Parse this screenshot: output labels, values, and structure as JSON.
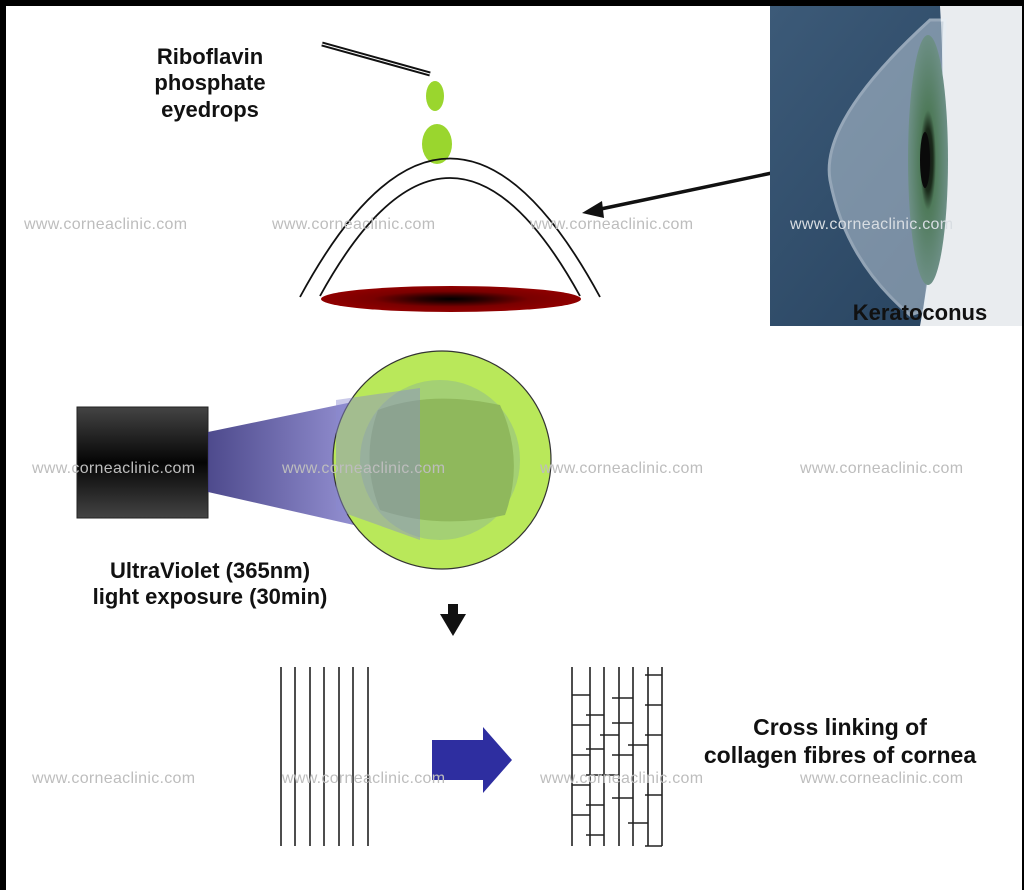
{
  "title": "Corneal collagen cross-linking procedure",
  "labels": {
    "eyedrops": [
      "Riboflavin",
      "phosphate",
      "eyedrops"
    ],
    "keratoconus": "Keratoconus",
    "uv": [
      "UltraViolet (365nm)",
      "light exposure (30min)"
    ],
    "crosslink": [
      "Cross linking of",
      "collagen fibres of cornea"
    ]
  },
  "watermark": "www.corneaclinic.com",
  "colors": {
    "drop_green": "#9ad62e",
    "cornea_red": "#8b0000",
    "uv_violet": "#8a84d6",
    "arrow_blue": "#2e2ea0",
    "photo_bg": "#2f4f6f"
  }
}
